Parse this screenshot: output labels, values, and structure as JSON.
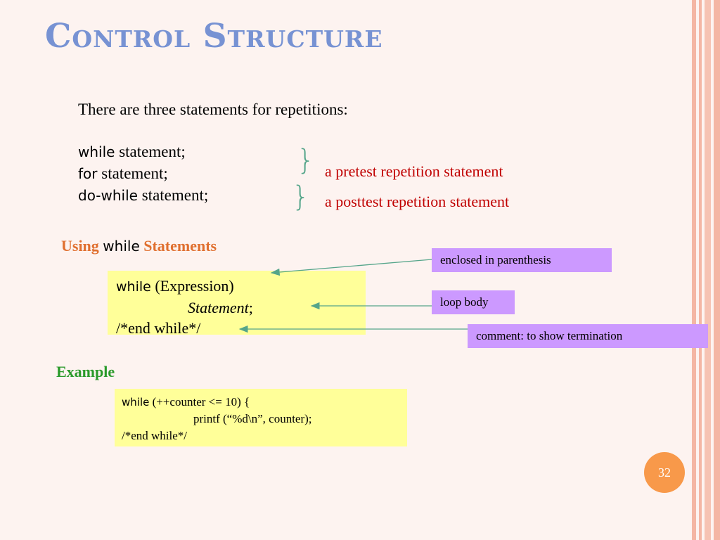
{
  "slide": {
    "title": "Control Structure",
    "intro": "There are three statements for repetitions:",
    "statements": [
      {
        "keyword": "while",
        "rest": " statement;"
      },
      {
        "keyword": "for",
        "rest": " statement;"
      },
      {
        "keyword": "do-while",
        "rest": " statement;"
      }
    ],
    "brace_symbol": "}",
    "notes": {
      "pretest": "a pretest repetition statement",
      "posttest": "a posttest repetition statement"
    },
    "using_section": {
      "prefix": "Using ",
      "keyword": "while",
      "suffix": " Statements"
    },
    "syntax_code": {
      "line1_keyword": "while",
      "line1_rest": " (Expression)",
      "line2_italic": "Statement",
      "line2_rest": ";",
      "line3": "/*end while*/"
    },
    "callouts": {
      "parenthesis": "enclosed in parenthesis",
      "loop_body": "loop body",
      "comment": "comment: to show termination"
    },
    "example_heading": "Example",
    "example_code": {
      "line1_keyword": "while",
      "line1_rest": " (++counter <= 10) {",
      "line2": "printf (“%d\\n”, counter);",
      "line3": "/*end while*/"
    },
    "page_number": "32"
  },
  "colors": {
    "title": "#7792d3",
    "note_red": "#c00000",
    "using_orange": "#e07030",
    "example_green": "#2a9a2a",
    "code_background": "#ffff99",
    "callout_background": "#cc99ff",
    "arrow_color": "#55a58a",
    "page_badge": "#f8994a",
    "background": "#fdf3f0"
  }
}
